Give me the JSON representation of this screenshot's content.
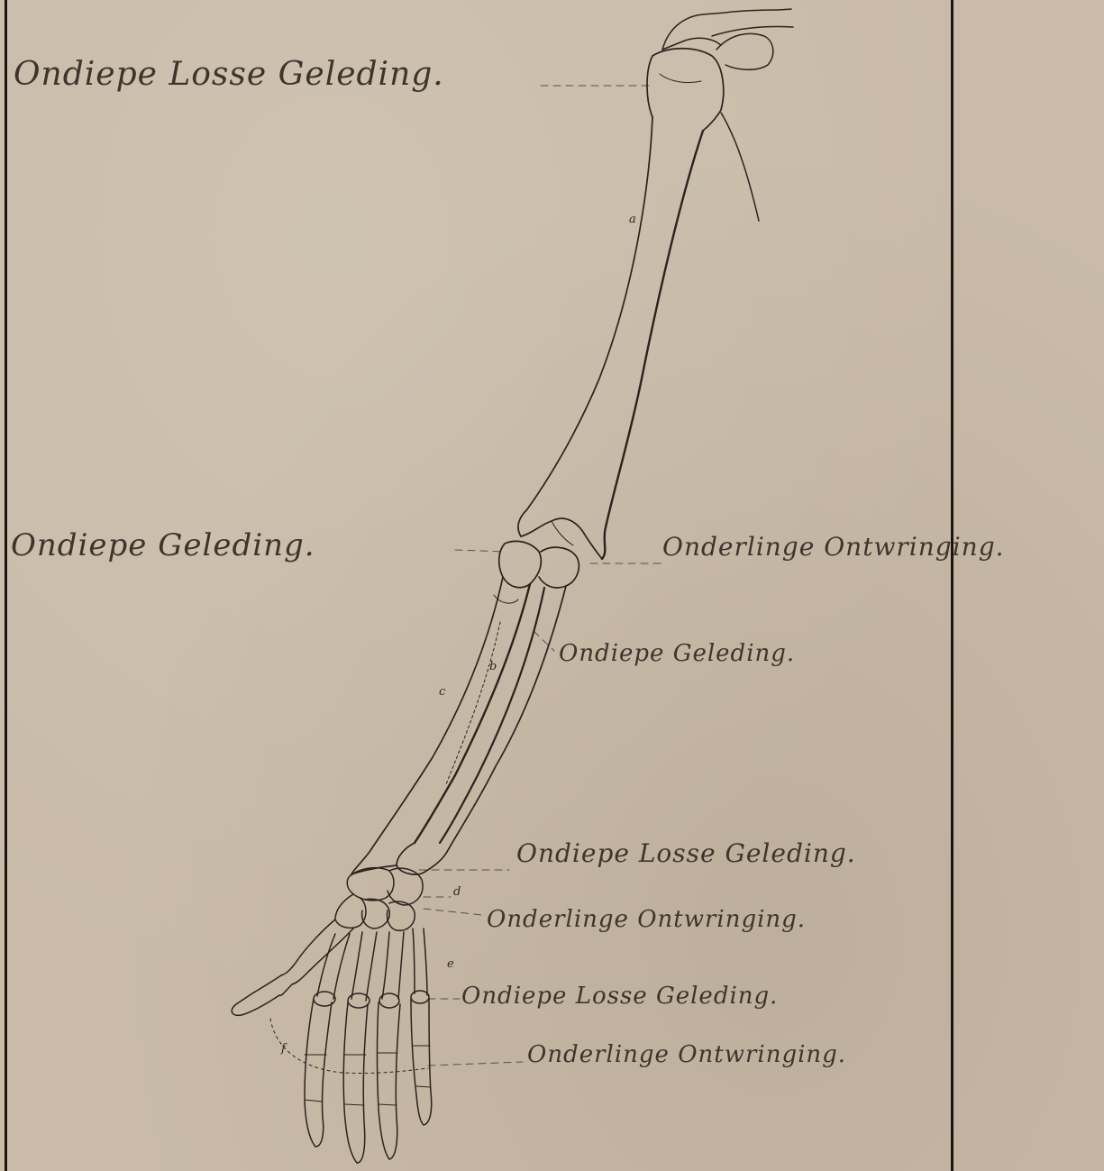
{
  "sheet": {
    "annotations": {
      "shoulder": "Ondiepe Losse Geleding.",
      "elbow_left": "Ondiepe Geleding.",
      "elbow_right": "Onderlinge Ontwringing.",
      "forearm": "Ondiepe Geleding.",
      "wrist": "Ondiepe Losse Geleding.",
      "carpus": "Onderlinge Ontwringing.",
      "knuckles": "Ondiepe Losse Geleding.",
      "fingers": "Onderlinge Ontwringing."
    },
    "figure_letters": {
      "humerus": "a",
      "radius": "b",
      "ulna": "c",
      "carpus": "d",
      "metacarpus": "e",
      "phalanges": "f"
    }
  }
}
